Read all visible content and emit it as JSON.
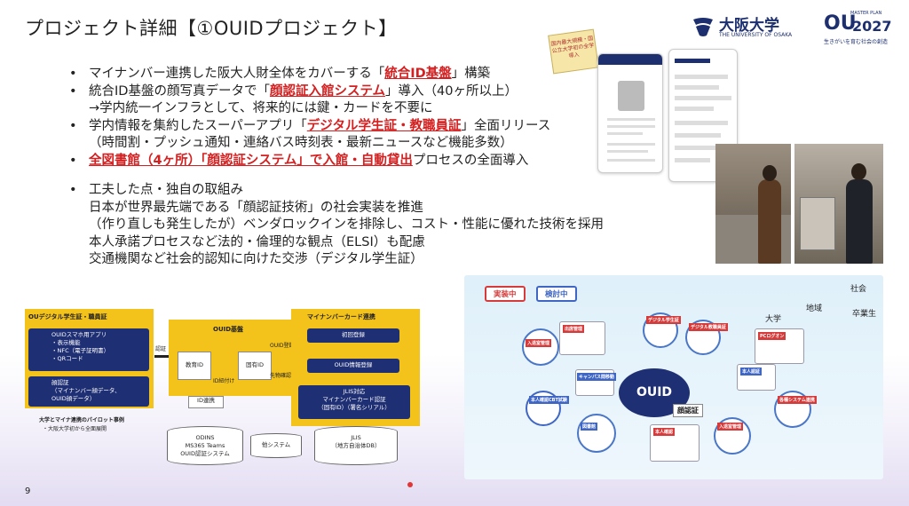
{
  "title": "プロジェクト詳細【①OUIDプロジェクト】",
  "logo": {
    "jp": "大阪大学",
    "en": "THE UNIVERSITY OF OSAKA"
  },
  "ou2027": {
    "big": "OU",
    "mp": "MASTER PLAN",
    "yr": "2027",
    "slogan": "生きがいを育む社会の創造"
  },
  "scroll_note": "国内最大規模・国公立大学初の全学導入",
  "bullets": {
    "b1_pre": "マイナンバー連携した阪大人財全体をカバーする「",
    "b1_red": "統合ID基盤",
    "b1_post": "」構築",
    "b2_pre": "統合ID基盤の顔写真データで「",
    "b2_red": "顔認証入館システム",
    "b2_post": "」導入（40ヶ所以上）",
    "b2_cont": "→学内統一インフラとして、将来的には鍵・カードを不要に",
    "b3_pre": "学内情報を集約したスーパーアプリ「",
    "b3_red": "デジタル学生証・教職員証",
    "b3_post": "」全面リリース",
    "b3_cont": "（時間割・プッシュ通知・連絡バス時刻表・最新ニュースなど機能多数）",
    "b4_red": "全図書館（4ヶ所）「顔認証システム」で入館・自動貸出",
    "b4_post": "プロセスの全面導入",
    "b5": "工夫した点・独自の取組み",
    "b5_l1": "日本が世界最先端である「顔認証技術」の社会実装を推進",
    "b5_l2": "（作り直しも発生したが）ベンダロックインを排除し、コスト・性能に優れた技術を採用",
    "b5_l3": "本人承諾プロセスなど法的・倫理的な観点（ELSI）も配慮",
    "b5_l4": "交通機関など社会的認知に向けた交渉（デジタル学生証）"
  },
  "left_diagram": {
    "box1_head": "OUデジタル学生証・職員証",
    "app": "OUIDスマホ用アプリ\n・表示機能\n・NFC（電子証明書）\n・QRコード",
    "facecert": "顔認証\n（マイナンバー顔データ、\nOUID顔データ）",
    "pilot": "大学とマイナ連携のパイロット事例",
    "pilot_sub": "・大阪大学初から全面展開",
    "auth": "認証",
    "box2_head": "OUID基盤",
    "edu_id": "教育ID",
    "own_id": "固有ID",
    "id_link": "ID紐付け",
    "id_sync": "ID連携",
    "ouid_reg": "OUID登録",
    "first_auth": "先物確認",
    "box3_head": "マイナンバーカード連携",
    "init_reg": "初回登録",
    "ouid_info": "OUID情報登録",
    "jlis": "JLIS対応\nマイナンバーカード認証\n（固有ID）（署名シリアル）",
    "db1": "ODINS\nMS365 Teams\nOUID認証システム",
    "db2": "他システム",
    "db3": "JLIS\n（地方自治体DB）"
  },
  "right_diagram": {
    "tag_live": "実装中",
    "tag_plan": "検討中",
    "center": "OUID",
    "face": "顔認証",
    "society": "社会",
    "univ": "大学",
    "region": "地域",
    "grad": "卒業生",
    "labels": [
      "入退室管理",
      "出席管理",
      "デジタル学生証",
      "デジタル教職員証",
      "本人確認CBT試験",
      "図書館",
      "本人確認",
      "入退室管理",
      "各種システム連携",
      "キャンパス間移動",
      "PCログオン",
      "本人認証"
    ]
  },
  "page_number": "9"
}
